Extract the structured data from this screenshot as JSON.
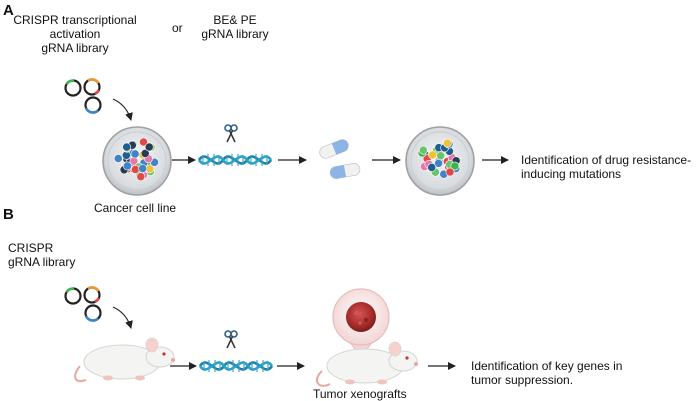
{
  "panel_a": {
    "letter": "A",
    "library1": [
      "CRISPR transcriptional",
      "activation",
      "gRNA library"
    ],
    "or_text": "or",
    "library2": [
      "BE& PE",
      "gRNA library"
    ],
    "cell_line_label": "Cancer cell line",
    "outcome": [
      "Identification of drug resistance-",
      "inducing mutations"
    ]
  },
  "panel_b": {
    "letter": "B",
    "library": [
      "CRISPR",
      "gRNA library"
    ],
    "xenograft_label": "Tumor xenografts",
    "outcome": [
      "Identification of key genes in",
      "tumor suppression."
    ]
  },
  "colors": {
    "plasmid_green": "#3bb54a",
    "plasmid_orange": "#f0962f",
    "plasmid_red": "#e04848",
    "plasmid_blue": "#3f84c9",
    "dna_teal": "#1e7ea5",
    "pill_blue": "#8db4e6",
    "tumor_red": "#a52a2a",
    "mouse_body": "#f4f4f2"
  }
}
